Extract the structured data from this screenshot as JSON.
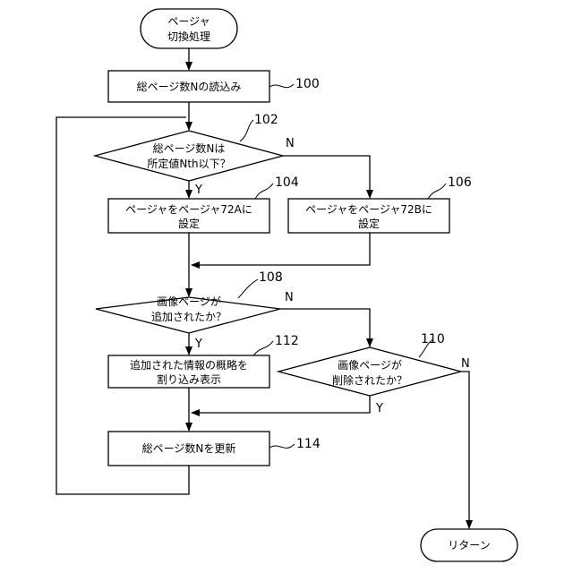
{
  "terminals": {
    "start": [
      "ページャ",
      "切換処理"
    ],
    "end": "リターン"
  },
  "processes": {
    "p100": "総ページ数Nの読込み",
    "p104": [
      "ページャをページャ72Aに",
      "設定"
    ],
    "p106": [
      "ページャをページャ72Bに",
      "設定"
    ],
    "p112": [
      "追加された情報の概略を",
      "割り込み表示"
    ],
    "p114": "総ページ数Nを更新"
  },
  "decisions": {
    "d102": [
      "総ページ数Nは",
      "所定値Nth以下？"
    ],
    "d108": [
      "画像ページが",
      "追加されたか？"
    ],
    "d110": [
      "画像ページが",
      "削除されたか？"
    ]
  },
  "refs": {
    "r100": "100",
    "r102": "102",
    "r104": "104",
    "r106": "106",
    "r108": "108",
    "r110": "110",
    "r112": "112",
    "r114": "114"
  },
  "branches": {
    "d102_yes": "Y",
    "d102_no": "N",
    "d108_yes": "Y",
    "d108_no": "N",
    "d110_yes": "Y",
    "d110_no": "N"
  }
}
